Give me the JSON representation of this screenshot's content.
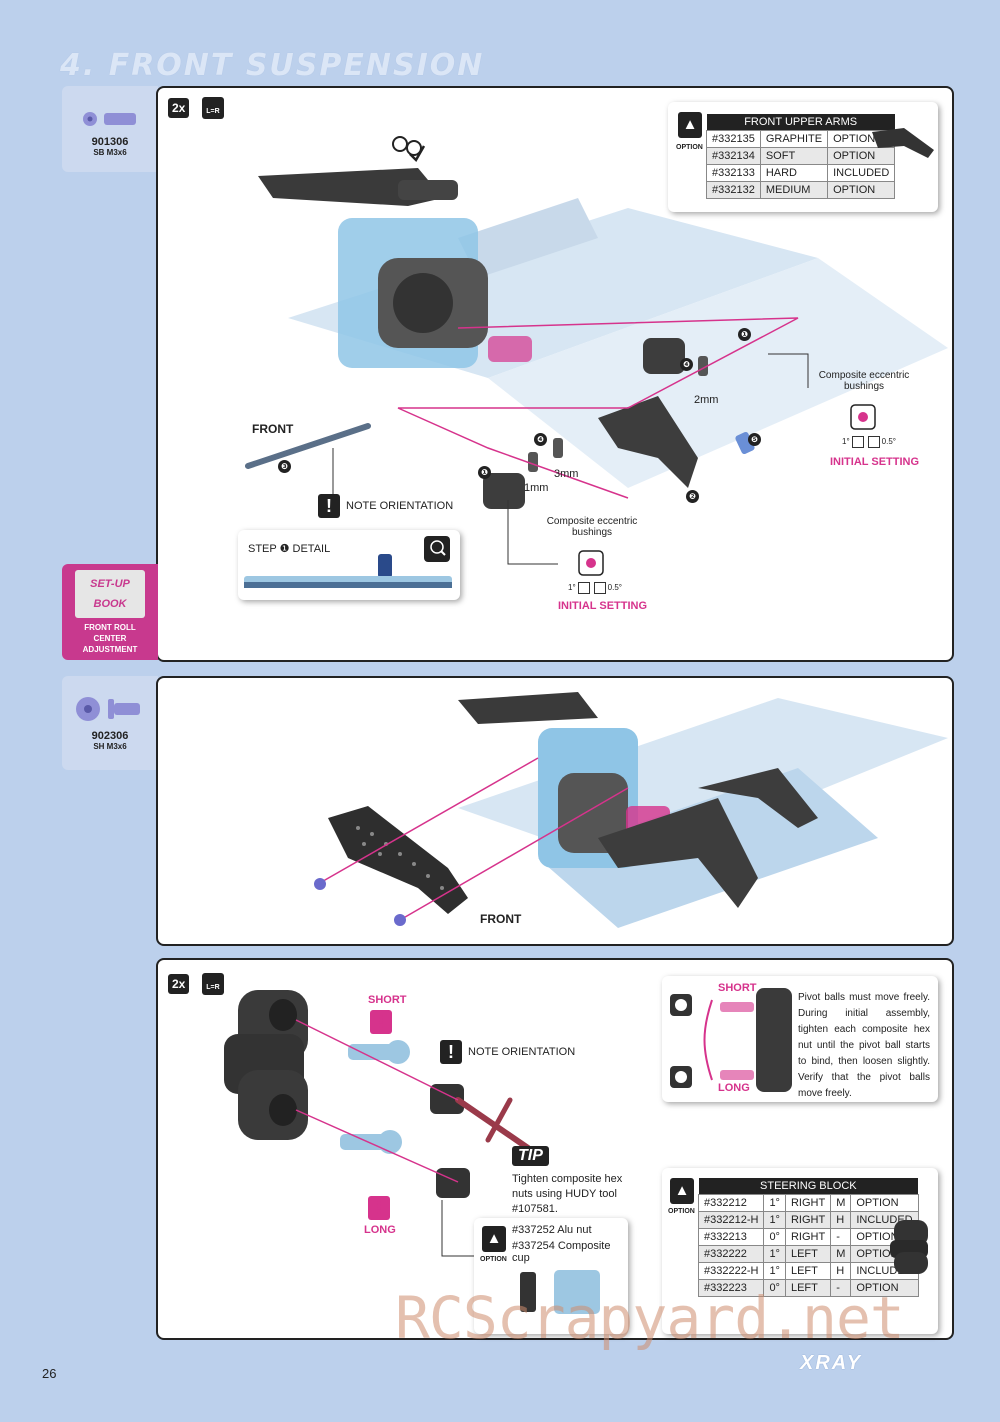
{
  "page": {
    "title": "4. FRONT SUSPENSION",
    "page_number": "26",
    "watermark": "RCScrapyard.net",
    "brand": "XRAY",
    "colors": {
      "accent": "#d6338c",
      "panel_bg": "#bcd0ec",
      "part_blue": "#8fc5e6"
    }
  },
  "step1": {
    "part": {
      "code": "901306",
      "desc": "SB M3x6"
    },
    "badge": "2x",
    "lr_label": "L=R",
    "front_label": "FRONT",
    "labels": {
      "size_2mm": "2mm",
      "size_1mm": "1mm",
      "size_3mm": "3mm",
      "note": "NOTE ORIENTATION",
      "step_detail": "STEP ❶ DETAIL",
      "detail_icon": "DETAIL"
    },
    "bushings_right": {
      "title": "Composite eccentric bushings",
      "deg1": "1°",
      "deg2": "0.5°",
      "setting": "INITIAL SETTING"
    },
    "bushings_bottom": {
      "title": "Composite eccentric bushings",
      "deg1": "1°",
      "deg2": "0.5°",
      "setting": "INITIAL SETTING"
    },
    "option_table": {
      "option_label": "OPTION",
      "header": "FRONT UPPER ARMS",
      "rows": [
        [
          "#332135",
          "GRAPHITE",
          "OPTION"
        ],
        [
          "#332134",
          "SOFT",
          "OPTION"
        ],
        [
          "#332133",
          "HARD",
          "INCLUDED"
        ],
        [
          "#332132",
          "MEDIUM",
          "OPTION"
        ]
      ]
    },
    "numbers": [
      "❶",
      "❷",
      "❸",
      "❹",
      "❺"
    ]
  },
  "setup_book": {
    "title_line1": "SET-UP",
    "title_line2": "BOOK",
    "caption": "FRONT ROLL CENTER ADJUSTMENT"
  },
  "step2": {
    "part": {
      "code": "902306",
      "desc": "SH M3x6"
    },
    "front_label": "FRONT"
  },
  "step3": {
    "badge": "2x",
    "lr_label": "L=R",
    "short_label": "SHORT",
    "long_label": "LONG",
    "note": "NOTE ORIENTATION",
    "tip_label": "TIP",
    "tip_text": "Tighten composite hex nuts using HUDY tool #107581.",
    "pivot_card": {
      "short": "SHORT",
      "long": "LONG",
      "text": "Pivot balls must move freely. During initial assembly, tighten each composite hex nut until the pivot ball starts to bind, then loosen slightly.  Verify that the pivot balls move freely."
    },
    "option_small": {
      "option_label": "OPTION",
      "line1": "#337252 Alu nut",
      "line2": "#337254 Composite cup"
    },
    "steering_table": {
      "option_label": "OPTION",
      "header": "STEERING BLOCK",
      "rows": [
        [
          "#332212",
          "1°",
          "RIGHT",
          "M",
          "OPTION"
        ],
        [
          "#332212-H",
          "1°",
          "RIGHT",
          "H",
          "INCLUDED"
        ],
        [
          "#332213",
          "0°",
          "RIGHT",
          "-",
          "OPTION"
        ],
        [
          "#332222",
          "1°",
          "LEFT",
          "M",
          "OPTION"
        ],
        [
          "#332222-H",
          "1°",
          "LEFT",
          "H",
          "INCLUDED"
        ],
        [
          "#332223",
          "0°",
          "LEFT",
          "-",
          "OPTION"
        ]
      ]
    }
  }
}
